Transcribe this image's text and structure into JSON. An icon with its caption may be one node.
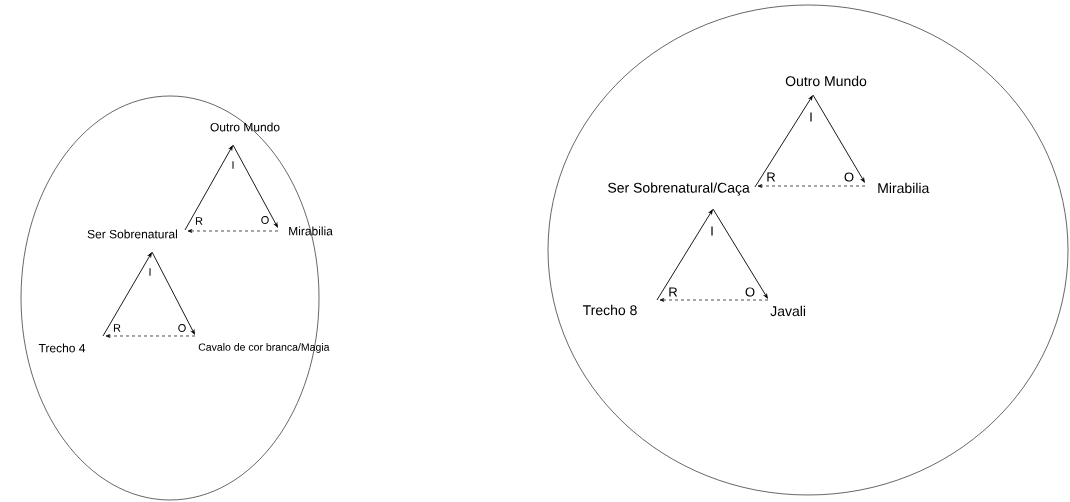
{
  "diagram": {
    "nodes": [
      {
        "text": [],
        "shape": "circle"
      },
      {
        "text": [
          "Outro Mundo"
        ],
        "in": 0
      },
      {
        "text": [
          "Ser Sobrenatural"
        ],
        "in": 0
      },
      {
        "text": [
          "Mirabilia"
        ],
        "in": 0
      },
      {
        "text": [
          "Trecho 4"
        ],
        "in": 0
      },
      {
        "text": [
          "Cavalo de cor branca/Magia"
        ],
        "in": 0
      },
      {
        "text": [],
        "shape": "circle"
      },
      {
        "text": [
          "Outro Mundo"
        ],
        "in": 6
      },
      {
        "text": [
          "Ser Sobrenatural/Caça"
        ],
        "in": 6
      },
      {
        "text": [
          "Mirabilia"
        ],
        "in": 6
      },
      {
        "text": [
          "Trecho 8"
        ],
        "in": 6
      },
      {
        "text": [
          "Javali"
        ],
        "in": 6
      }
    ],
    "edges": [
      {
        "from": 2,
        "to": 1,
        "arrow": "to"
      },
      {
        "from": 1,
        "to": 3,
        "arrow": "to"
      },
      {
        "from": 3,
        "to": 2,
        "arrow": "to",
        "style": "dashed"
      },
      {
        "from": 4,
        "to": 2,
        "arrow": "to"
      },
      {
        "from": 2,
        "to": 5,
        "arrow": "to"
      },
      {
        "from": 5,
        "to": 4,
        "arrow": "to",
        "style": "dashed"
      },
      {
        "from": 8,
        "to": 7,
        "arrow": "to"
      },
      {
        "from": 7,
        "to": 9,
        "arrow": "to"
      },
      {
        "from": 9,
        "to": 8,
        "arrow": "to",
        "style": "dashed"
      },
      {
        "from": 10,
        "to": 8,
        "arrow": "to"
      },
      {
        "from": 8,
        "to": 11,
        "arrow": "to"
      },
      {
        "from": 11,
        "to": 10,
        "arrow": "to",
        "style": "dashed"
      }
    ],
    "labels": [
      "I",
      "R",
      "O",
      "I",
      "R",
      "O",
      "I",
      "R",
      "O",
      "I",
      "R",
      "O"
    ]
  }
}
